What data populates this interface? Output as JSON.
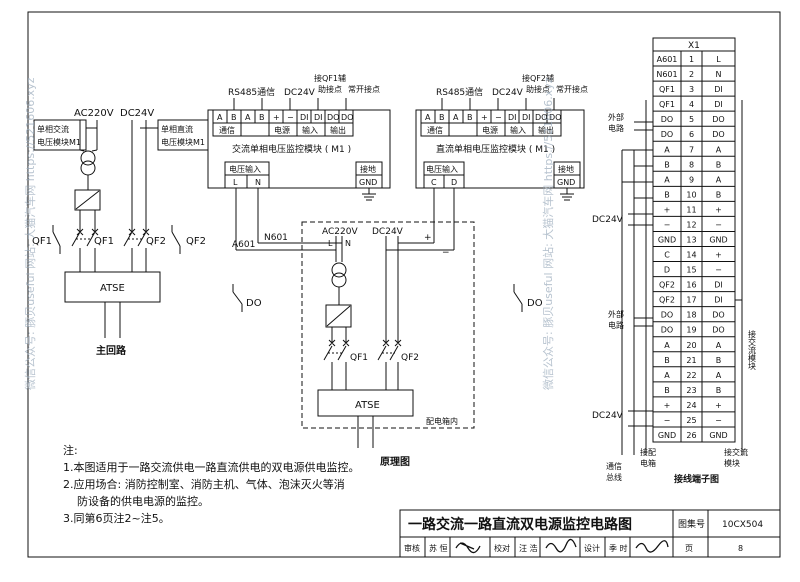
{
  "drawing": {
    "title": "一路交流一路直流双电源监控电路图",
    "atlas_label": "图集号",
    "atlas_no": "10CX504",
    "page_label": "页",
    "page_no": "8",
    "signoff": [
      {
        "role": "审核",
        "name": "苏 恒"
      },
      {
        "role": "校对",
        "name": "汪 浩"
      },
      {
        "role": "设计",
        "name": "季 时"
      }
    ]
  },
  "notes": {
    "heading": "注:",
    "items": [
      "1.本图适用于一路交流供电一路直流供电的双电源供电监控。",
      "2.应用场合: 消防控制室、消防主机、气体、泡沫灭火等消",
      "防设备的供电电源的监控。",
      "3.同第6页注2~注5。"
    ]
  },
  "main_circuit": {
    "ac_label": "AC220V",
    "dc_label": "DC24V",
    "left_module_tag": [
      "单相交流",
      "电压模块M1"
    ],
    "right_module_tag": [
      "单相直流",
      "电压模块M1"
    ],
    "qf1": "QF1",
    "qf1b": "QF1",
    "qf2": "QF2",
    "qf2b": "QF2",
    "atse": "ATSE",
    "title": "主回路",
    "do_label": "DO"
  },
  "ac_module": {
    "top_labels": [
      "RS485通信",
      "DC24V",
      "接QF1辅",
      "助接点",
      "常开接点"
    ],
    "terminals": [
      "A",
      "B",
      "A",
      "B",
      "+",
      "−",
      "DI",
      "DI",
      "DO",
      "DO"
    ],
    "groups": [
      "通信",
      "电源",
      "输入",
      "输出"
    ],
    "name": "交流单相电压监控模块 ( M1 )",
    "input_label": "电压输入",
    "input_terms": [
      "L",
      "N"
    ],
    "ground_label": "接地",
    "ground_term": "GND"
  },
  "dc_module": {
    "top_labels": [
      "RS485通信",
      "DC24V",
      "接QF2辅",
      "助接点",
      "常开接点"
    ],
    "terminals": [
      "A",
      "B",
      "A",
      "B",
      "+",
      "−",
      "DI",
      "DI",
      "DO",
      "DO"
    ],
    "groups": [
      "通信",
      "电源",
      "输入",
      "输出"
    ],
    "name": "直流单相电压监控模块 ( M1 )",
    "input_label": "电压输入",
    "input_terms": [
      "C",
      "D"
    ],
    "ground_label": "接地",
    "ground_term": "GND"
  },
  "schematic": {
    "ac_label": "AC220V",
    "dc_label": "DC24V",
    "l_label": "L",
    "n_label": "N",
    "plus": "+",
    "minus": "−",
    "a601": "A601",
    "n601": "N601",
    "qf1": "QF1",
    "qf2": "QF2",
    "atse": "ATSE",
    "box_label": "配电箱内",
    "title": "原理图",
    "do_label": "DO"
  },
  "terminal_block": {
    "header": "X1",
    "rows": [
      [
        "A601",
        "1",
        "L"
      ],
      [
        "N601",
        "2",
        "N"
      ],
      [
        "QF1",
        "3",
        "DI"
      ],
      [
        "QF1",
        "4",
        "DI"
      ],
      [
        "DO",
        "5",
        "DO"
      ],
      [
        "DO",
        "6",
        "DO"
      ],
      [
        "A",
        "7",
        "A"
      ],
      [
        "B",
        "8",
        "B"
      ],
      [
        "A",
        "9",
        "A"
      ],
      [
        "B",
        "10",
        "B"
      ],
      [
        "+",
        "11",
        "+"
      ],
      [
        "−",
        "12",
        "−"
      ],
      [
        "GND",
        "13",
        "GND"
      ],
      [
        "C",
        "14",
        "+"
      ],
      [
        "D",
        "15",
        "−"
      ],
      [
        "QF2",
        "16",
        "DI"
      ],
      [
        "QF2",
        "17",
        "DI"
      ],
      [
        "DO",
        "18",
        "DO"
      ],
      [
        "DO",
        "19",
        "DO"
      ],
      [
        "A",
        "20",
        "A"
      ],
      [
        "B",
        "21",
        "B"
      ],
      [
        "A",
        "22",
        "A"
      ],
      [
        "B",
        "23",
        "B"
      ],
      [
        "+",
        "24",
        "+"
      ],
      [
        "−",
        "25",
        "−"
      ],
      [
        "GND",
        "26",
        "GND"
      ]
    ],
    "ext1": [
      "外部",
      "电路"
    ],
    "ext2": [
      "外部",
      "电路"
    ],
    "dc1": "DC24V",
    "dc2": "DC24V",
    "right_side": "接交流模块",
    "bottom_left": [
      "通信",
      "总线"
    ],
    "bottom_mid": [
      "接配",
      "电箱"
    ],
    "bottom_right": [
      "接交流",
      "模块"
    ],
    "title": "接线端子图"
  },
  "watermarks": [
    "微信公众号: 豚贝useful  网站: 大猫汽车网 https://521606.xyz",
    "微信公众号: 豚贝useful  网站: 大猫汽车网 https://521606.xyz"
  ]
}
